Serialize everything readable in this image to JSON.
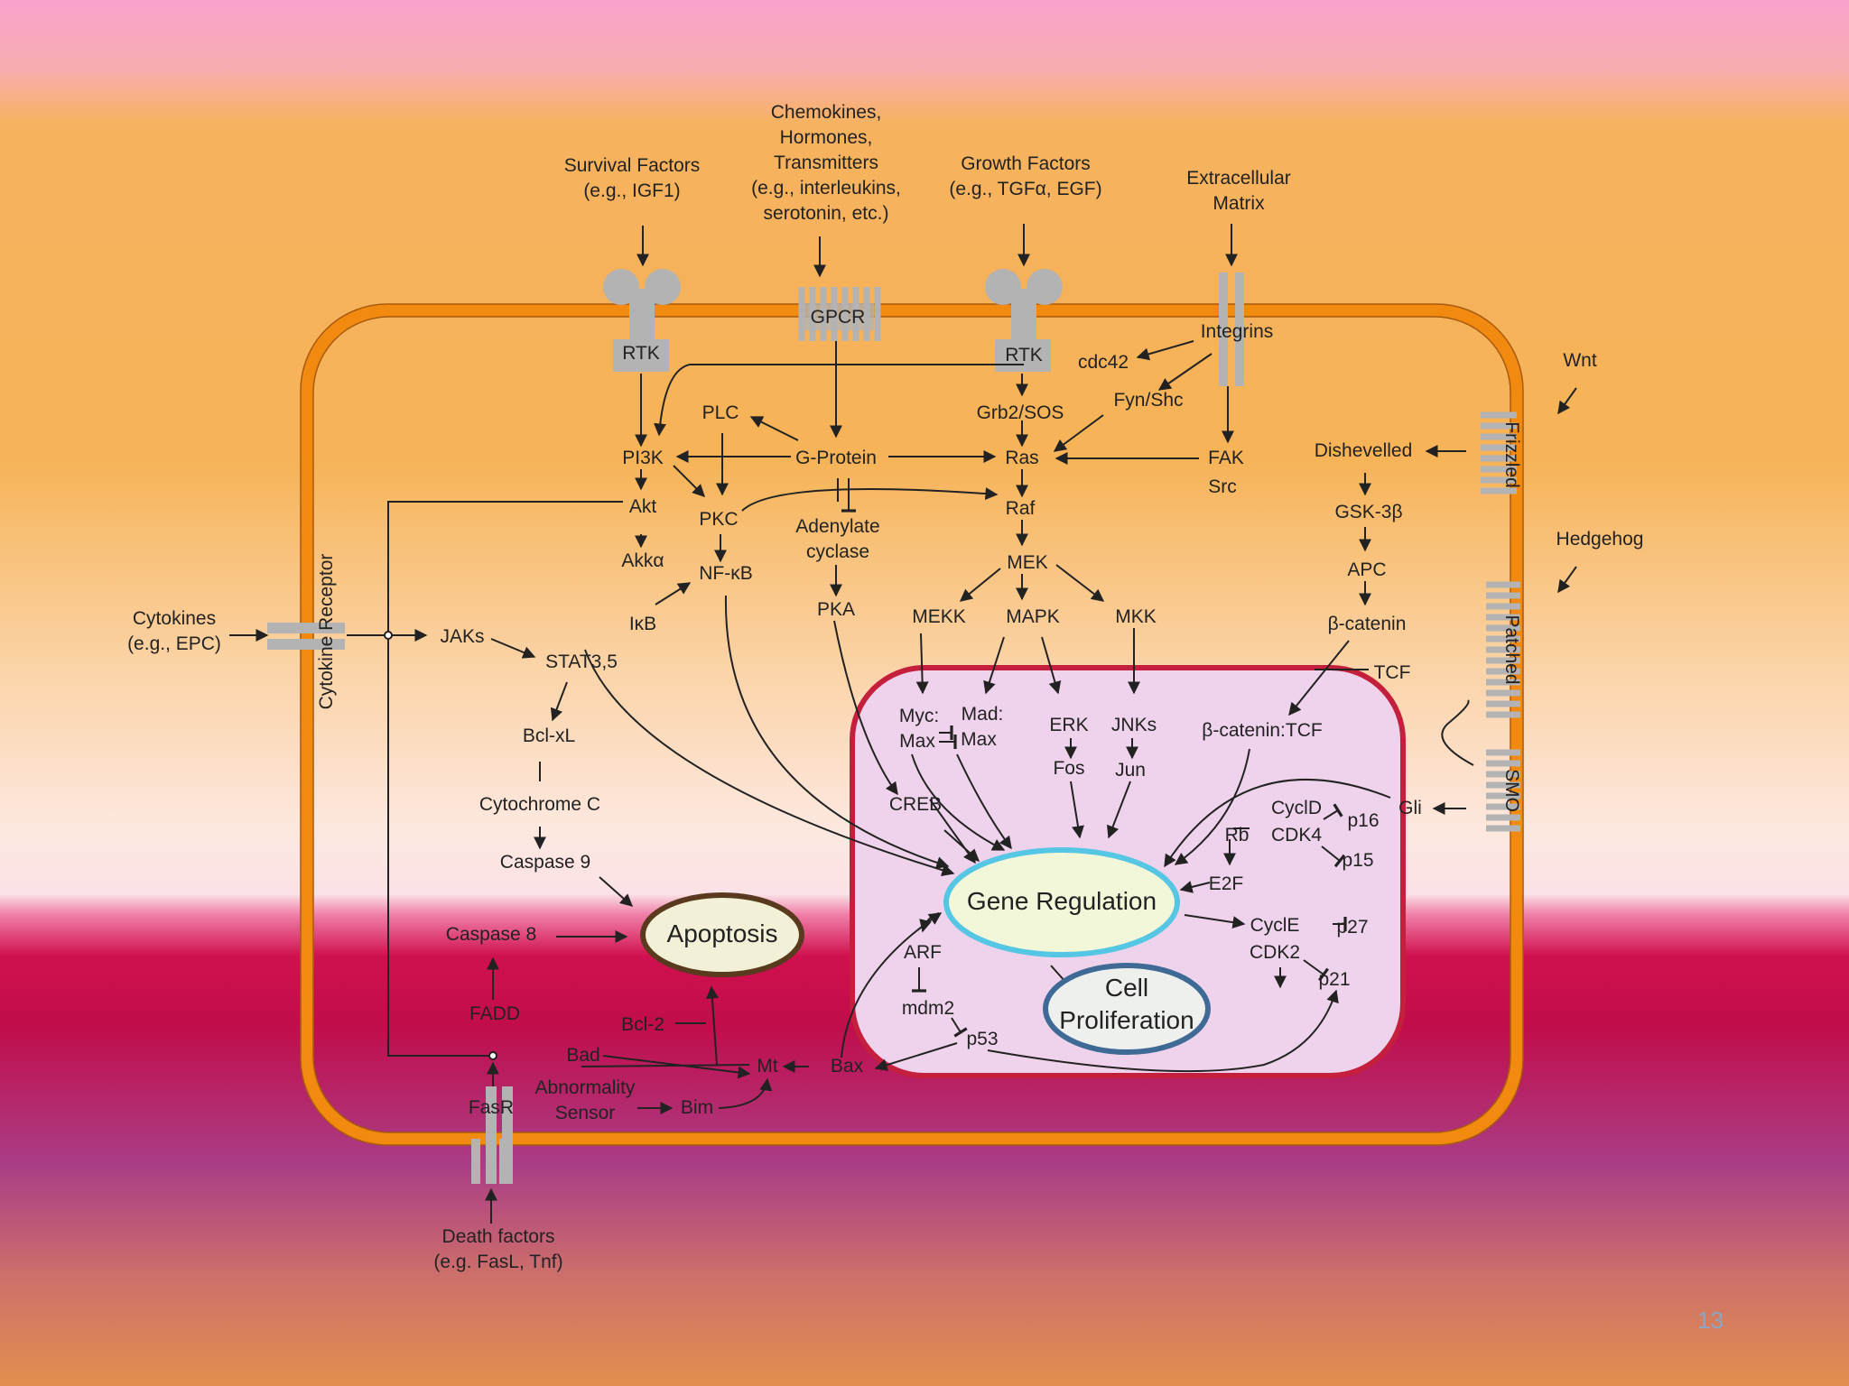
{
  "slide": {
    "page_number": "13"
  },
  "colors": {
    "membrane": "#f28a10",
    "nucleus_border": "#c41f3c",
    "nucleus_fill": "#efd3ec",
    "gene_reg_border": "#55c6e3",
    "apoptosis_border": "#5a3a1e",
    "proliferation_border": "#3f6a96",
    "receptor": "#b3b3b3"
  },
  "diagram": {
    "inputs": {
      "survival": "Survival Factors\n(e.g., IGF1)",
      "chemokines": "Chemokines,\nHormones,\nTransmitters\n(e.g., interleukins,\nserotonin, etc.)",
      "growth": "Growth Factors\n(e.g., TGFα, EGF)",
      "ecm": "Extracellular\nMatrix",
      "wnt": "Wnt",
      "hedgehog": "Hedgehog",
      "cytokines": "Cytokines\n(e.g., EPC)",
      "death": "Death factors\n(e.g. FasL, Tnf)"
    },
    "receptors": {
      "rtk1": "RTK",
      "gpcr": "GPCR",
      "rtk2": "RTK",
      "integrins": "Integrins",
      "frizzled": "Frizzled",
      "patched": "Patched",
      "smo": "SMO",
      "cytokine_receptor": "Cytokine Receptor",
      "fasr": "FasR"
    },
    "nodes": {
      "cdc42": "cdc42",
      "fyn_shc": "Fyn/Shc",
      "grb2": "Grb2/SOS",
      "plc": "PLC",
      "pi3k": "PI3K",
      "gprotein": "G-Protein",
      "ras": "Ras",
      "fak": "FAK",
      "src": "Src",
      "akt": "Akt",
      "pkc": "PKC",
      "adenylate": "Adenylate\ncyclase",
      "raf": "Raf",
      "akka": "Akkα",
      "nfkb": "NF-κB",
      "ikb": "IκB",
      "pka": "PKA",
      "mek": "MEK",
      "mekk": "MEKK",
      "mapk": "MAPK",
      "mkk": "MKK",
      "jaks": "JAKs",
      "stat": "STAT3,5",
      "bclxl": "Bcl-xL",
      "cytc": "Cytochrome C",
      "casp9": "Caspase 9",
      "casp8": "Caspase 8",
      "fadd": "FADD",
      "bcl2": "Bcl-2",
      "bad": "Bad",
      "abnormality": "Abnormality\nSensor",
      "bim": "Bim",
      "mt": "Mt",
      "bax": "Bax",
      "dishevelled": "Dishevelled",
      "gsk": "GSK-3β",
      "apc": "APC",
      "bcatenin": "β-catenin",
      "tcf": "TCF",
      "gli": "Gli"
    },
    "nucleus": {
      "myc": "Myc:",
      "mad": "Mad:",
      "max1": "Max",
      "max2": "Max",
      "erk": "ERK",
      "jnks": "JNKs",
      "fos": "Fos",
      "jun": "Jun",
      "bcat_tcf": "β-catenin:TCF",
      "creb": "CREB",
      "cycld": "CyclD",
      "p16": "p16",
      "rb": "Rb",
      "cdk4": "CDK4",
      "p15": "p15",
      "e2f": "E2F",
      "cycle": "CyclE",
      "p27": "p27",
      "cdk2": "CDK2",
      "p21": "p21",
      "arf": "ARF",
      "mdm2": "mdm2",
      "p53": "p53"
    },
    "outcomes": {
      "gene_regulation": "Gene Regulation",
      "apoptosis": "Apoptosis",
      "cell": "Cell",
      "proliferation": "Proliferation"
    }
  }
}
